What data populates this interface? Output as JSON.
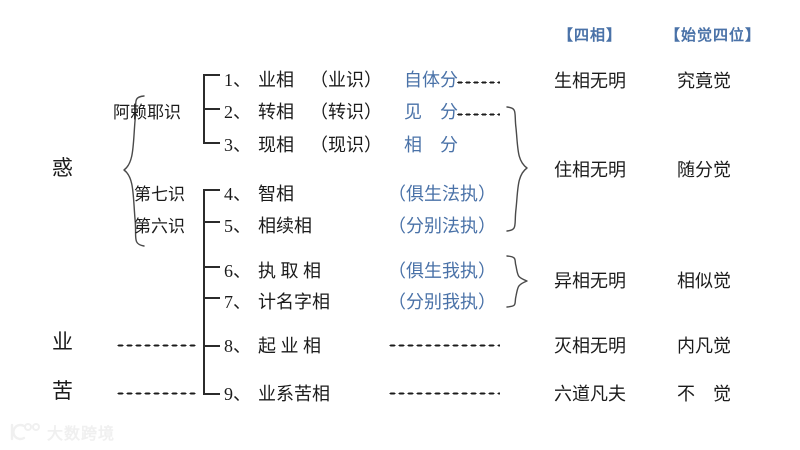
{
  "meta": {
    "title": "三细六粗九相与四相、始觉四位对照图",
    "accent_blue": "#4a72a8",
    "ink_black": "#1b1b1b",
    "background": "#ffffff"
  },
  "headers": {
    "col_sixiang": "【四相】",
    "col_shijue": "【始觉四位】"
  },
  "left_roots": [
    {
      "label": "惑",
      "name": "root-huo"
    },
    {
      "label": "业",
      "name": "root-ye"
    },
    {
      "label": "苦",
      "name": "root-ku"
    }
  ],
  "consciousness": [
    {
      "label": "阿赖耶识",
      "name": "alaya-consciousness"
    },
    {
      "label": "第七识",
      "name": "seventh-consciousness"
    },
    {
      "label": "第六识",
      "name": "sixth-consciousness"
    }
  ],
  "items": [
    {
      "num": "1、",
      "name": "业相",
      "paren": "（业识）",
      "annot": "自体分",
      "annot_dots": true
    },
    {
      "num": "2、",
      "name": "转相",
      "paren": "（转识）",
      "annot": "见　分",
      "annot_dots": true
    },
    {
      "num": "3、",
      "name": "现相",
      "paren": "（现识）",
      "annot": "相　分",
      "annot_dots": false
    },
    {
      "num": "4、",
      "name": "智相",
      "paren": "",
      "annot": "（俱生法执）",
      "annot_dots": false
    },
    {
      "num": "5、",
      "name": "相续相",
      "paren": "",
      "annot": "（分别法执）",
      "annot_dots": false
    },
    {
      "num": "6、",
      "name": "执 取 相",
      "paren": "",
      "annot": "（俱生我执）",
      "annot_dots": false
    },
    {
      "num": "7、",
      "name": "计名字相",
      "paren": "",
      "annot": "（分别我执）",
      "annot_dots": false
    },
    {
      "num": "8、",
      "name": "起 业 相",
      "paren": "",
      "annot": "",
      "annot_dots": true
    },
    {
      "num": "9、",
      "name": "业系苦相",
      "paren": "",
      "annot": "",
      "annot_dots": true
    }
  ],
  "sixiang": [
    {
      "label": "生相无明",
      "name": "sheng-xiang-wuming"
    },
    {
      "label": "住相无明",
      "name": "zhu-xiang-wuming"
    },
    {
      "label": "异相无明",
      "name": "yi-xiang-wuming"
    },
    {
      "label": "灭相无明",
      "name": "mie-xiang-wuming"
    },
    {
      "label": "六道凡夫",
      "name": "liudao-fanfu"
    }
  ],
  "shijue": [
    {
      "label": "究竟觉",
      "name": "jiujing-jue"
    },
    {
      "label": "随分觉",
      "name": "suifen-jue"
    },
    {
      "label": "相似觉",
      "name": "xiangsi-jue"
    },
    {
      "label": "内凡觉",
      "name": "neifan-jue"
    },
    {
      "label": "不　觉",
      "name": "bu-jue"
    }
  ],
  "watermark": {
    "text": "大数跨境"
  }
}
